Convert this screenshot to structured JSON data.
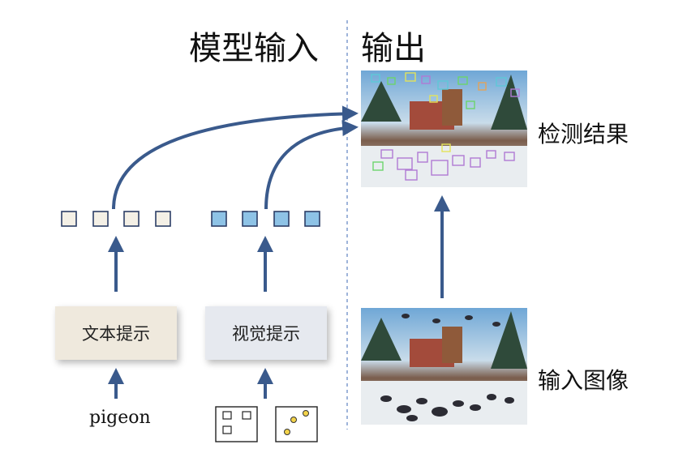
{
  "headings": {
    "model_input": "模型输入",
    "output": "输出"
  },
  "labels": {
    "detection_result": "检测结果",
    "input_image": "输入图像"
  },
  "prompts": {
    "text_prompt": "文本提示",
    "visual_prompt": "视觉提示",
    "text_query": "pigeon"
  },
  "colors": {
    "arrow": "#3a5a8c",
    "text_token_fill": "#f4f0e6",
    "visual_token_fill": "#8ec3e6",
    "token_stroke": "#2c3e66",
    "text_prompt_bg": "#efe9dd",
    "visual_prompt_bg": "#e6e9ef",
    "divider": "#6b8cc7"
  },
  "icons": [
    "box-prompt-icon",
    "point-prompt-icon"
  ]
}
